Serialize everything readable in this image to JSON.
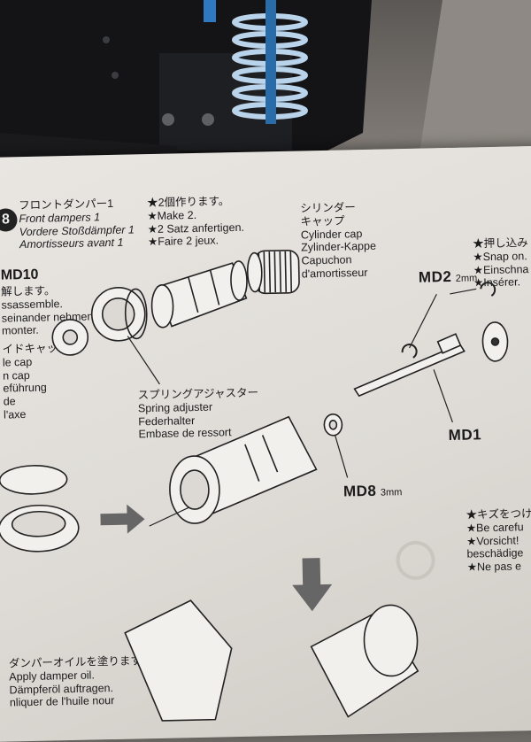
{
  "step": {
    "number": "8",
    "title_lines": [
      "フロントダンパー1",
      "Front dampers 1",
      "Vordere Stoßdämpfer 1",
      "Amortisseurs avant 1"
    ]
  },
  "make_note": {
    "lines": [
      "★2個作ります。",
      "★Make 2.",
      "★2 Satz anfertigen.",
      "★Faire 2 jeux."
    ]
  },
  "cylinder_cap": {
    "lines": [
      "シリンダー",
      "キャップ",
      "Cylinder cap",
      "Zylinder-Kappe",
      "Capuchon",
      "d'amortisseur"
    ]
  },
  "md10": {
    "code": "MD10",
    "lines": [
      "解します。",
      "ssassemble.",
      "seinander nehmen.",
      "monter."
    ]
  },
  "left_cap": {
    "lines": [
      "イドキャップ",
      "le cap",
      "n cap",
      "eführung",
      "de",
      "l'axe"
    ]
  },
  "spring_adjuster": {
    "lines": [
      "スプリングアジャスター",
      "Spring adjuster",
      "Federhalter",
      "Embase de ressort"
    ]
  },
  "snap_on": {
    "lines": [
      "★押し込み",
      "★Snap on.",
      "★Einschna",
      "★Insérer."
    ]
  },
  "parts": {
    "md2": {
      "code": "MD2",
      "size": "2mm"
    },
    "md1": {
      "code": "MD1"
    },
    "md8": {
      "code": "MD8",
      "size": "3mm"
    }
  },
  "caution": {
    "lines": [
      "★キズをつけ",
      "★Be carefu",
      "★Vorsicht!",
      "beschädige",
      "★Ne pas e"
    ]
  },
  "oil": {
    "lines": [
      "ダンパーオイルを塗ります。",
      "Apply damper oil.",
      "Dämpferöl auftragen.",
      "nliquer de l'huile nour"
    ]
  }
}
